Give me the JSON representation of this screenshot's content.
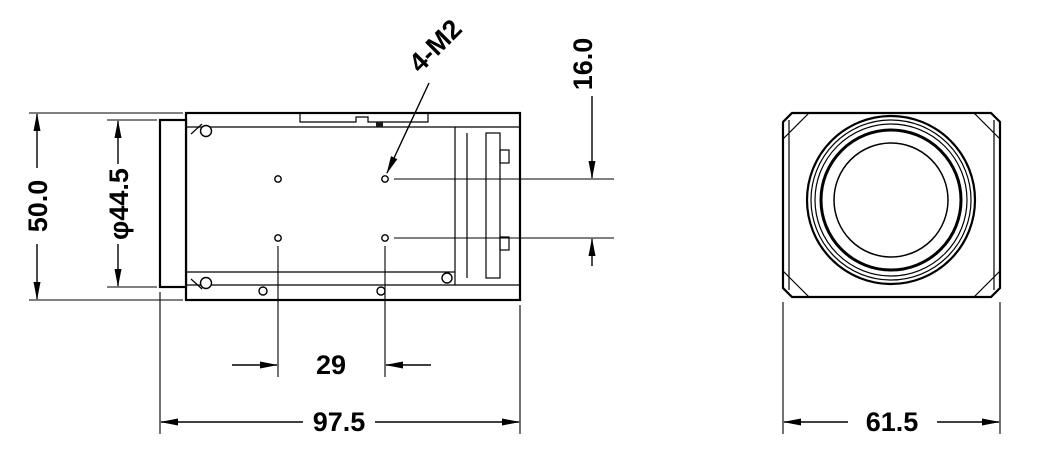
{
  "drawing": {
    "type": "engineering-dimension-drawing",
    "colors": {
      "line": "#000000",
      "background": "#ffffff"
    },
    "side_view": {
      "dims": {
        "overall_height": "50.0",
        "lens_diameter": "φ44.5",
        "thread_callout": "4-M2",
        "hole_spacing_vertical": "16.0",
        "hole_spacing_horizontal": "29",
        "overall_length": "97.5"
      }
    },
    "front_view": {
      "dims": {
        "overall_width": "61.5"
      }
    }
  }
}
